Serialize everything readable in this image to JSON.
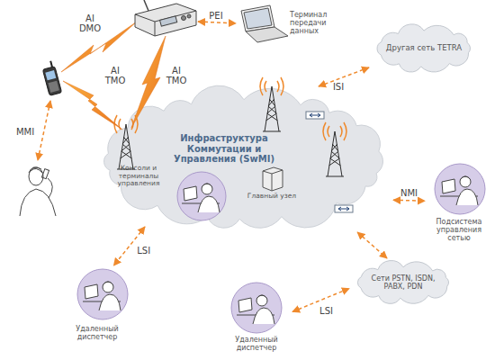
{
  "diagram": {
    "nodes": [
      {
        "text": [
          "Терминал передачи данных"
        ]
      },
      {
        "text": [
          "Другая сеть TETRA"
        ]
      },
      {
        "text": [
          "Инфраструктура Коммутации и Управления (SwMI)"
        ]
      },
      {
        "text": [
          "Консоли и терминалы управления"
        ],
        "in": 2
      },
      {
        "text": [
          "Главный узел"
        ],
        "in": 2
      },
      {
        "text": [
          "Подсистема управления сетью"
        ]
      },
      {
        "text": [
          "Сети PSTN, ISDN, PABX, PDN"
        ]
      },
      {
        "text": [
          "Удаленный диспетчер"
        ]
      },
      {
        "text": [
          "Удаленный диспетчер"
        ]
      }
    ],
    "edges": [
      {
        "from": 2,
        "to": 1,
        "arrow": "both",
        "label": "ISI"
      },
      {
        "from": 2,
        "to": 5,
        "arrow": "both",
        "label": "NMI"
      },
      {
        "from": 3,
        "to": 7,
        "arrow": "both",
        "label": "LSI"
      },
      {
        "from": 2,
        "to": 6,
        "arrow": "both"
      },
      {
        "from": 8,
        "to": 6,
        "arrow": "both",
        "label": "LSI"
      }
    ],
    "labels": [
      "AI DMO",
      "PEI",
      "AI TMO",
      "AI TMO",
      "MMI"
    ]
  }
}
